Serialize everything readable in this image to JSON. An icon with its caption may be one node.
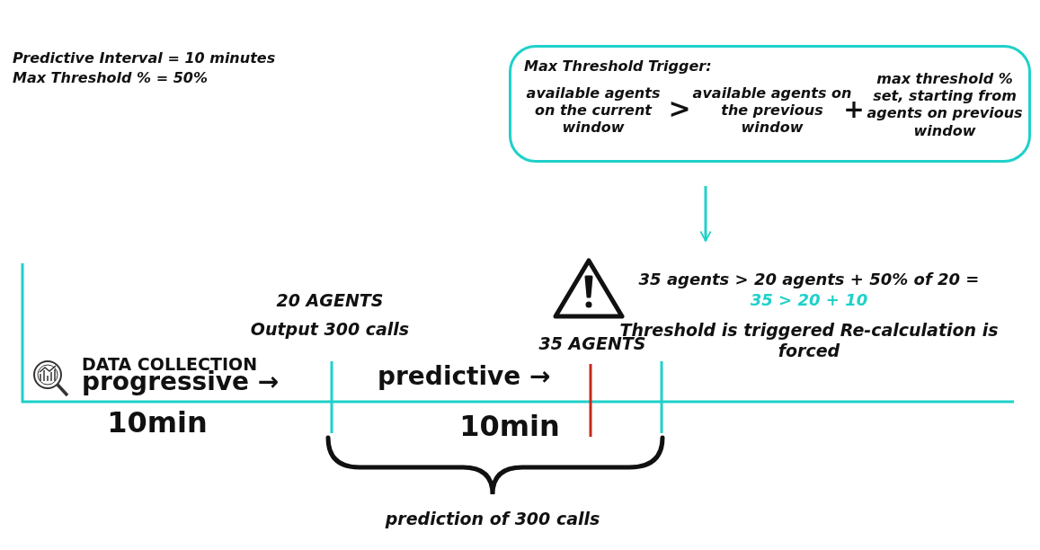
{
  "diagram": {
    "nodes": [
      {
        "text": [
          "Max Threshold Trigger:",
          "available agents on the current window",
          ">",
          "available agents on the previous window",
          "+",
          "max threshold % set, starting from agents on previous window"
        ]
      },
      {
        "text": [
          "35 agents > 20 agents + 50% of 20 =",
          "35 > 20 + 10",
          "Threshold is triggered Re-calculation is forced"
        ]
      }
    ],
    "edges": [
      {
        "from": 0,
        "to": 1,
        "arrow": "to"
      }
    ],
    "labels": [
      "Predictive Interval = 10 minutes",
      "Max Threshold % = 50%",
      "20 AGENTS",
      "Output 300 calls",
      "DATA COLLECTION",
      "progressive →",
      "predictive →",
      "35 AGENTS",
      "10min",
      "10min",
      "prediction of 300 calls"
    ]
  }
}
